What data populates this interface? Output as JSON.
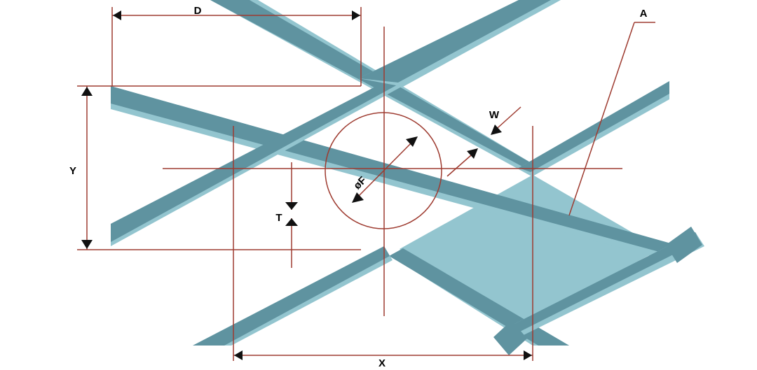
{
  "colors": {
    "strand": "#5f93a0",
    "strand_edge": "#93c5cf",
    "opening_fill": "#93c5cf",
    "dimension_line": "#9e3b30",
    "arrow": "#111111",
    "label": "#000000",
    "background": "#ffffff"
  },
  "labels": {
    "D": "D",
    "Y": "Y",
    "X": "X",
    "W": "W",
    "T": "T",
    "F": "øF",
    "A": "A"
  }
}
